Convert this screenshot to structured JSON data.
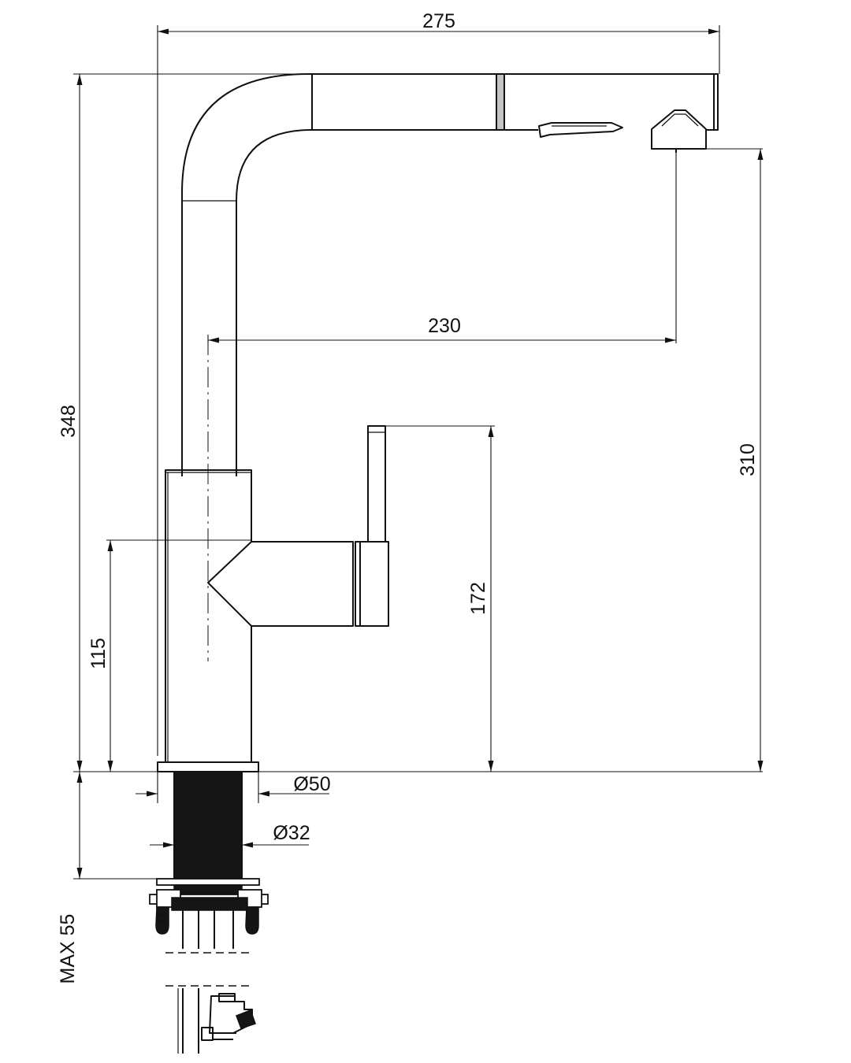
{
  "drawing": {
    "dimensions": {
      "overall_width": "275",
      "overall_height": "348",
      "spout_reach": "230",
      "spout_outlet_height": "310",
      "handle_top_height": "172",
      "handle_axis_height": "115",
      "base_diameter": "Ø50",
      "shank_diameter": "Ø32",
      "max_counter_thickness": "MAX 55"
    }
  }
}
